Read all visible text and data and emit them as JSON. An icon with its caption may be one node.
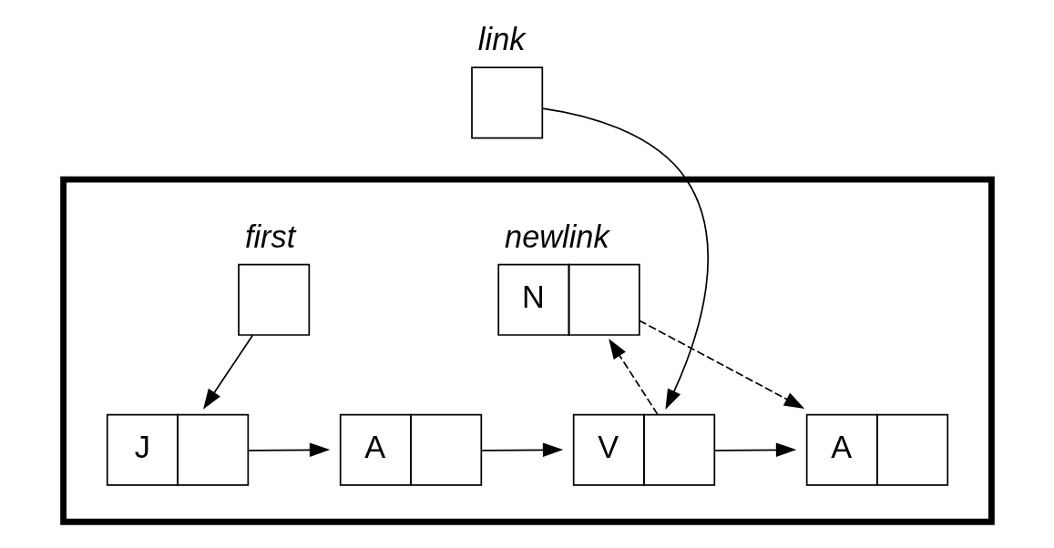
{
  "diagram": {
    "nodes": [
      {
        "text": [],
        "shape": "box"
      },
      {
        "text": [
          "link"
        ]
      },
      {
        "text": [
          "first"
        ],
        "in": 0
      },
      {
        "text": [
          "J"
        ],
        "in": 0
      },
      {
        "text": [
          "A"
        ],
        "in": 0
      },
      {
        "text": [
          "V"
        ],
        "in": 0
      },
      {
        "text": [
          "newlink",
          "N"
        ],
        "in": 0
      },
      {
        "text": [
          "A"
        ],
        "in": 0
      }
    ],
    "edges": [
      {
        "from": 1,
        "to": 5,
        "arrow": "to"
      },
      {
        "from": 2,
        "to": 3,
        "arrow": "to"
      },
      {
        "from": 3,
        "to": 4,
        "arrow": "to"
      },
      {
        "from": 4,
        "to": 5,
        "arrow": "to"
      },
      {
        "from": 5,
        "to": 6,
        "arrow": "to",
        "style": "dashed"
      },
      {
        "from": 6,
        "to": 7,
        "arrow": "to",
        "style": "dashed"
      },
      {
        "from": 5,
        "to": 7,
        "arrow": "to"
      }
    ]
  }
}
